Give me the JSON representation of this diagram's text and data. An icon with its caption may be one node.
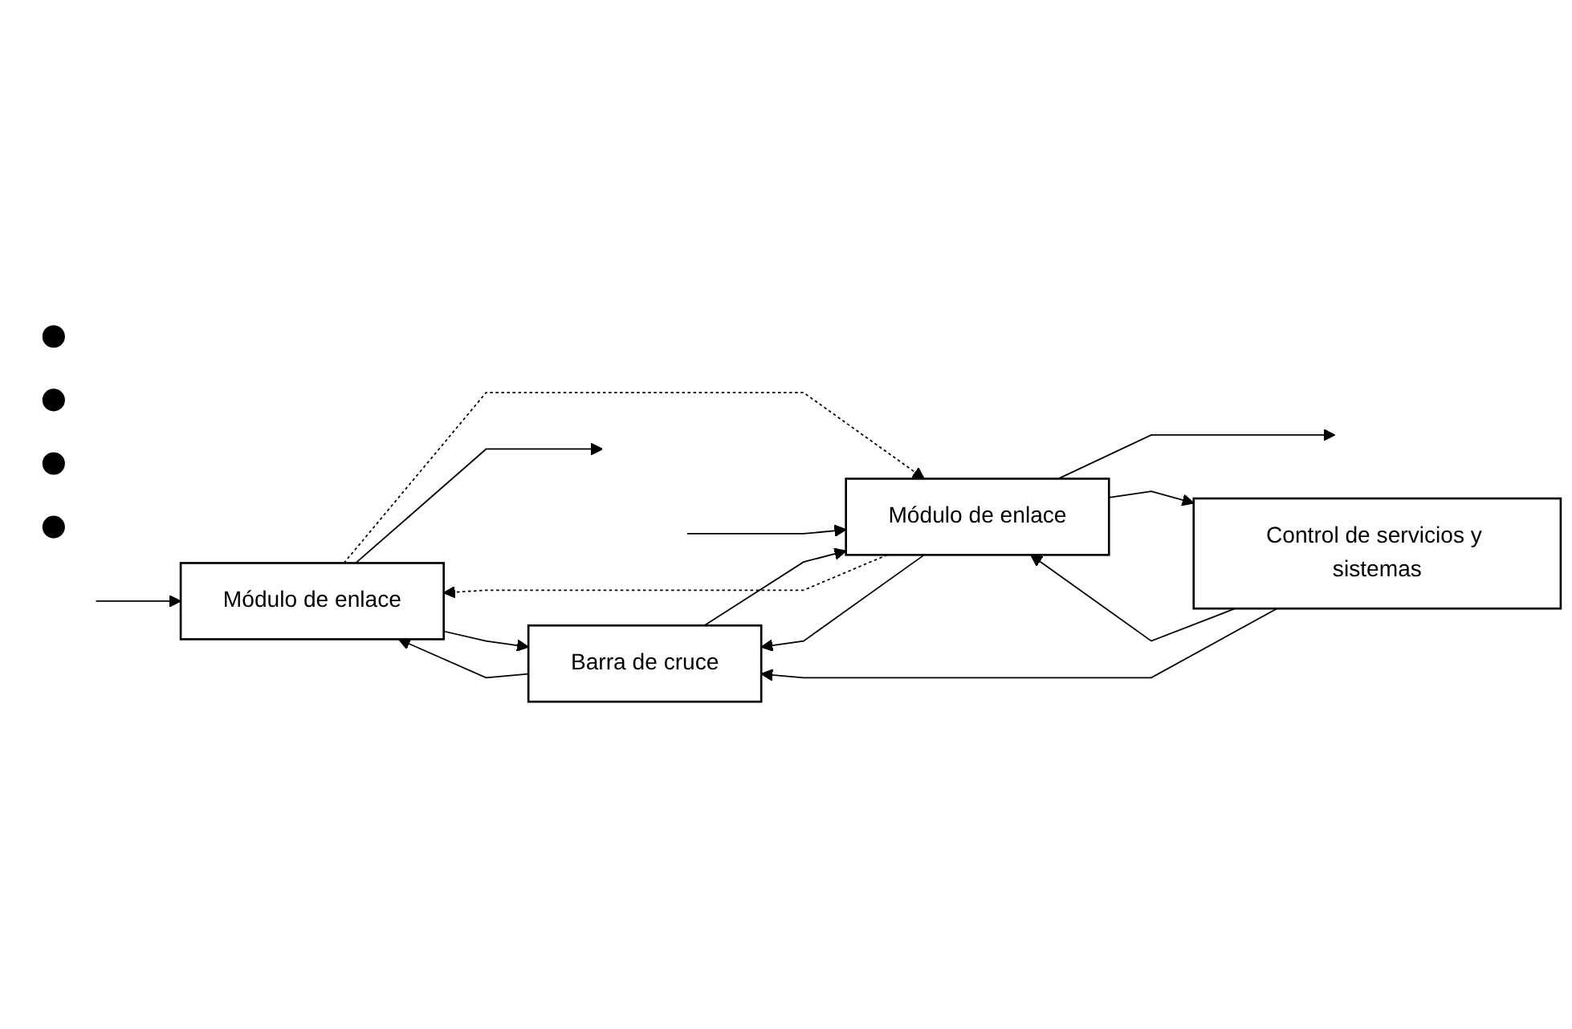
{
  "diagram": {
    "nodes": [
      {
        "text": [
          "Módulo de enlace"
        ]
      },
      {
        "text": [
          "Barra de cruce"
        ]
      },
      {
        "text": [],
        "shape": "circle"
      },
      {
        "text": [],
        "shape": "circle"
      },
      {
        "text": [],
        "shape": "circle"
      },
      {
        "text": [],
        "shape": "circle"
      },
      {
        "text": [
          "Módulo de enlace"
        ]
      },
      {
        "text": [
          "Control de servicios y sistemas"
        ]
      }
    ],
    "edges": [
      {
        "from": null,
        "to": 0,
        "arrow": "to"
      },
      {
        "from": 0,
        "to": null,
        "arrow": "to"
      },
      {
        "from": 0,
        "to": 1,
        "arrow": "to"
      },
      {
        "from": 1,
        "to": 0,
        "arrow": "to"
      },
      {
        "from": 6,
        "to": 0,
        "arrow": "to",
        "style": "dashed"
      },
      {
        "from": 0,
        "to": 6,
        "arrow": "to",
        "style": "dashed"
      },
      {
        "from": null,
        "to": 6,
        "arrow": "to"
      },
      {
        "from": 6,
        "to": null,
        "arrow": "to"
      },
      {
        "from": 6,
        "to": 1,
        "arrow": "to"
      },
      {
        "from": 1,
        "to": 6,
        "arrow": "to"
      },
      {
        "from": 7,
        "to": 6,
        "arrow": "to"
      },
      {
        "from": 6,
        "to": 7,
        "arrow": "to"
      },
      {
        "from": 7,
        "to": 1,
        "arrow": "to"
      }
    ]
  }
}
